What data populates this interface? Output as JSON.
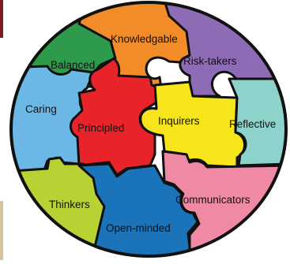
{
  "diagram": {
    "pieces": [
      {
        "id": "knowledgable",
        "label": "Knowledgable",
        "color": "#F28C28"
      },
      {
        "id": "risk-takers",
        "label": "Risk-takers",
        "color": "#8E6BB5"
      },
      {
        "id": "balanced",
        "label": "Balanced",
        "color": "#2E9A4B"
      },
      {
        "id": "caring",
        "label": "Caring",
        "color": "#6BB8E6"
      },
      {
        "id": "principled",
        "label": "Principled",
        "color": "#E8242A"
      },
      {
        "id": "inquirers",
        "label": "Inquirers",
        "color": "#F7E51C"
      },
      {
        "id": "reflective",
        "label": "Reflective",
        "color": "#8DD3CB"
      },
      {
        "id": "thinkers",
        "label": "Thinkers",
        "color": "#B9D233"
      },
      {
        "id": "open-minded",
        "label": "Open-minded",
        "color": "#1B73BA"
      },
      {
        "id": "communicators",
        "label": "Communicators",
        "color": "#F08AA4"
      }
    ],
    "outline_color": "#111111",
    "edge_colors": {
      "top": "#7A1E1E",
      "bottom": "#D6C6A0"
    }
  }
}
